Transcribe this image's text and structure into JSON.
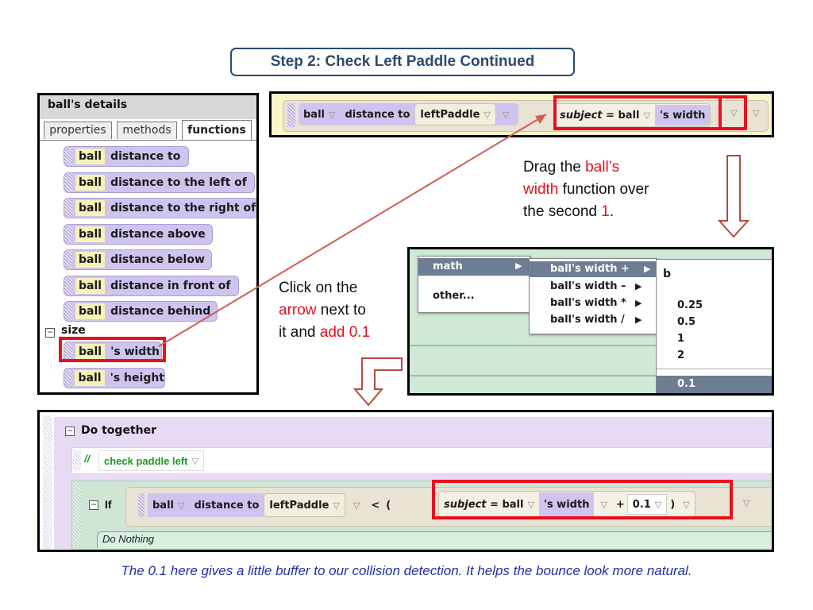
{
  "title": "Step 2: Check Left Paddle Continued",
  "details": {
    "header": "ball's details",
    "tabs": [
      "properties",
      "methods",
      "functions"
    ],
    "object": "ball",
    "functions": [
      "distance to",
      "distance to the left of",
      "distance to the right of",
      "distance above",
      "distance below",
      "distance in front of",
      "distance behind"
    ],
    "group_label": "size",
    "size_items": [
      "'s width",
      "'s height"
    ],
    "collapse_glyph": "−"
  },
  "top_code": {
    "object": "ball",
    "function": "distance to",
    "target": "leftPaddle",
    "subject_label": "subject",
    "equals": "=",
    "subject_value": "ball",
    "property": "'s width",
    "arrow": "▽"
  },
  "note1": {
    "part1": "Drag the ",
    "red1": "ball’s",
    "red2": "width",
    "part2": " function over",
    "part3": "the second ",
    "red3": "1",
    "part4": "."
  },
  "note2": {
    "line1": "Click on the",
    "red1": "arrow",
    "part2": " next to",
    "part3": "it and ",
    "red2": "add 0.1"
  },
  "menu": {
    "level1": [
      "math",
      "other..."
    ],
    "submenu_arrow": "▶",
    "level2": [
      "ball's width +",
      "ball's width –",
      "ball's width *",
      "ball's width /"
    ],
    "level3_header": "b",
    "level3": [
      "0.25",
      "0.5",
      "1",
      "2"
    ],
    "level3_selected": "0.1"
  },
  "bottom_code": {
    "do_together": "Do together",
    "comment_mark": "//",
    "comment": "check paddle left",
    "if_label": "If",
    "object": "ball",
    "function": "distance to",
    "target": "leftPaddle",
    "less_than": "<",
    "open_paren": "(",
    "subject_label": "subject",
    "equals": "=",
    "subject_value": "ball",
    "property": "'s width",
    "plus": "+",
    "add_value": "0.1",
    "close_paren": ")",
    "do_nothing": "Do Nothing",
    "arrow": "▽"
  },
  "caption": "The 0.1 here gives a little buffer to our collision detection. It helps the bounce look more natural.",
  "colors": {
    "accent": "#e8101c",
    "title": "#2c4a6e",
    "caption": "#1f2fa8",
    "tile": "#cfc4ef",
    "comment": "#1a9a1a"
  }
}
